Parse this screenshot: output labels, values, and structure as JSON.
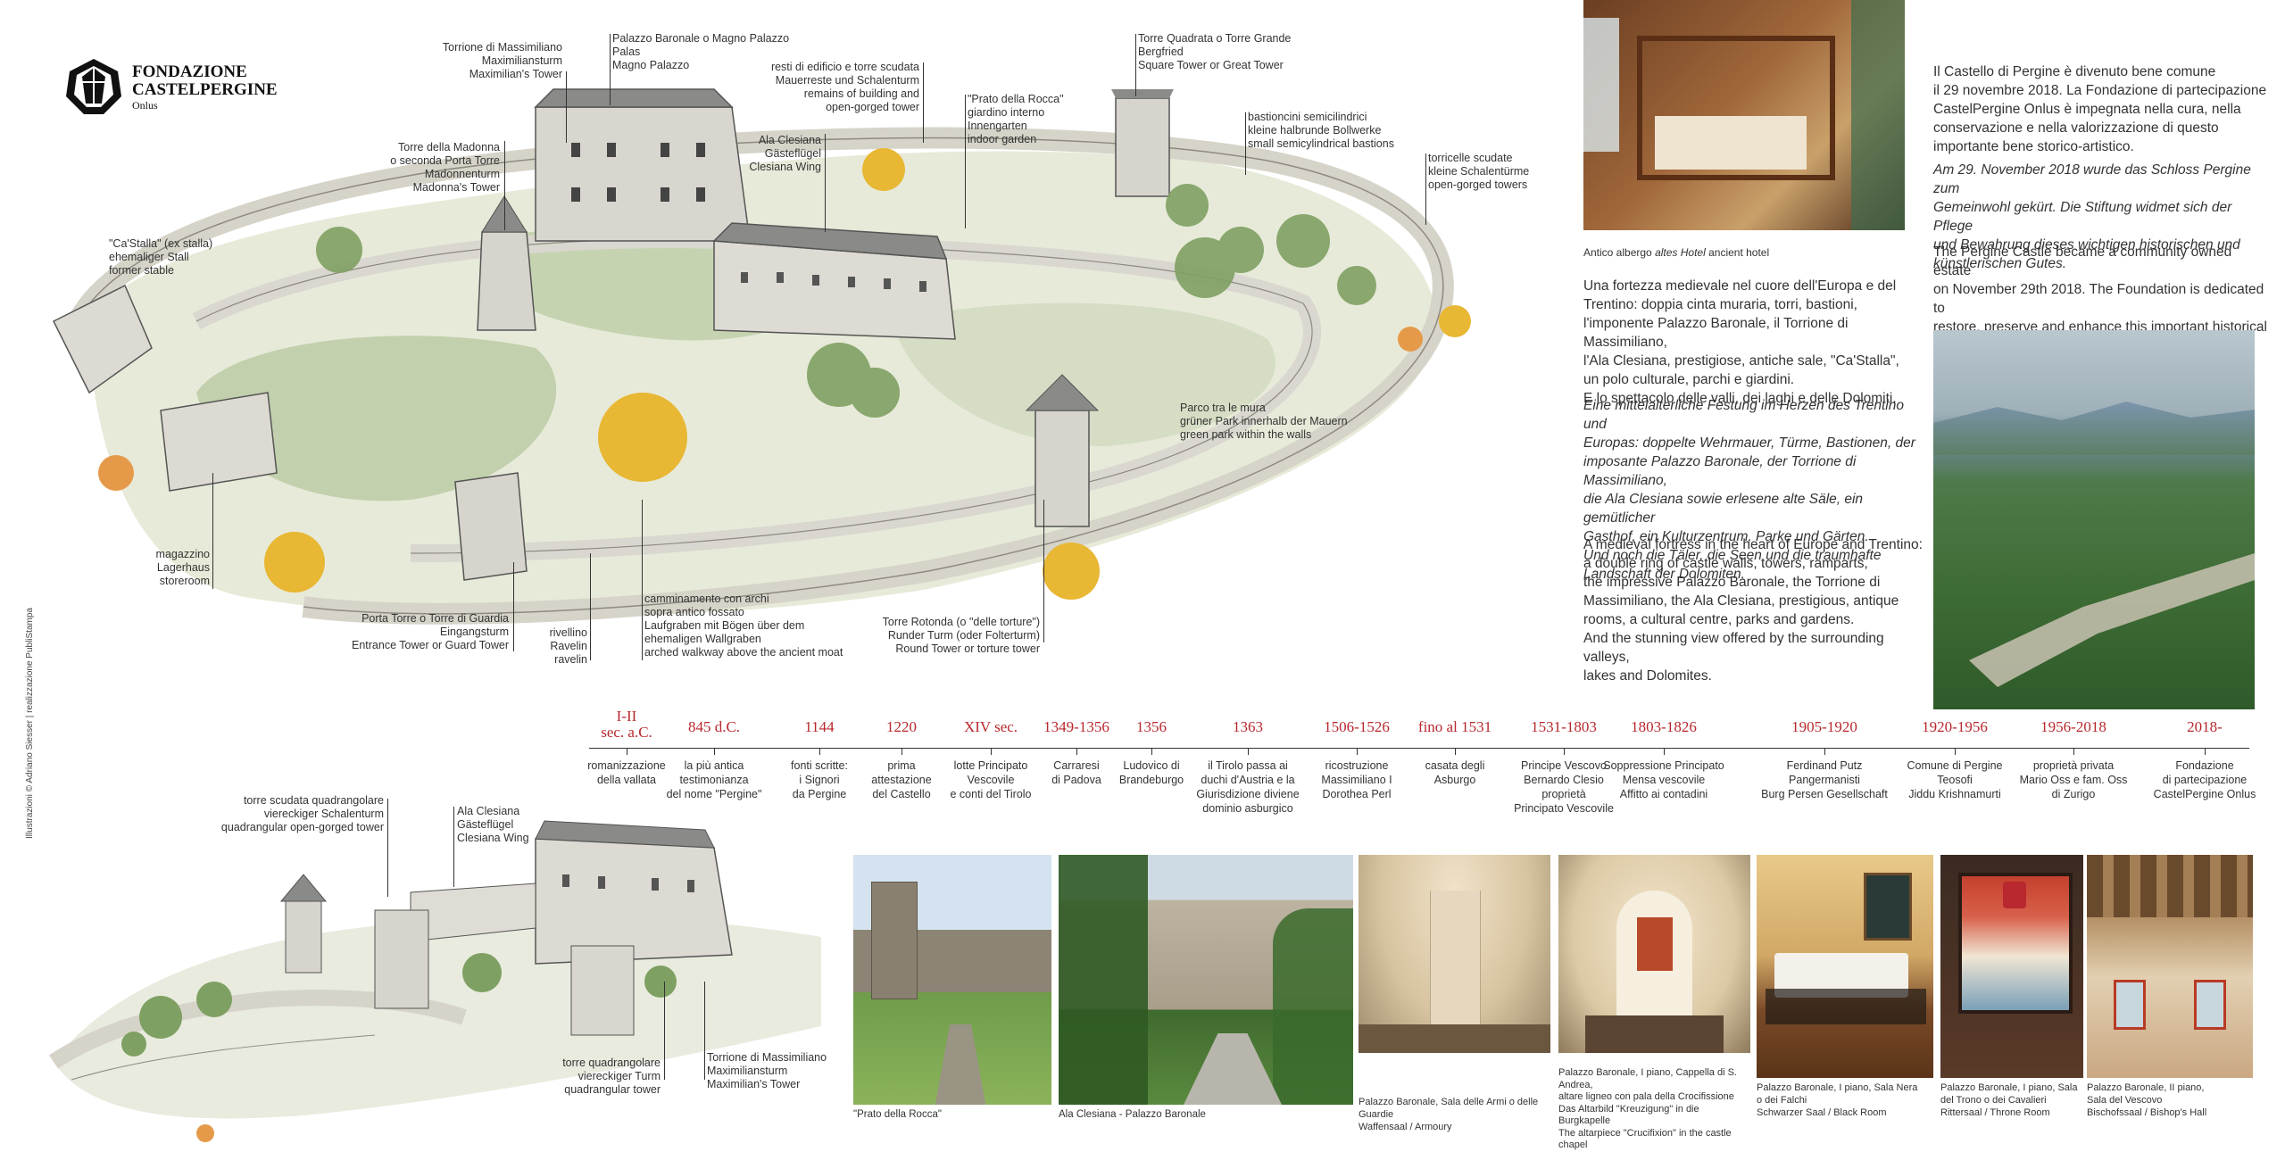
{
  "logo": {
    "line1": "FONDAZIONE",
    "line2": "CASTELPERGINE",
    "line3": "Onlus"
  },
  "credit": "Illustrazioni © Adriano Siesser | realizzazione PubliStampa",
  "map_labels": [
    {
      "id": "torrione",
      "text": "Torrione di Massimiliano\nMaximiliansturm\nMaximilian's Tower"
    },
    {
      "id": "palazzo",
      "text": "Palazzo Baronale o Magno Palazzo\nPalas\nMagno Palazzo"
    },
    {
      "id": "resti",
      "text": "resti di edificio e torre scudata\nMauerreste und Schalenturm\nremains of building and\nopen-gorged tower"
    },
    {
      "id": "prato",
      "text": "\"Prato della Rocca\"\ngiardino interno\nInnengarten\nindoor garden"
    },
    {
      "id": "torre-quadrata",
      "text": "Torre Quadrata o Torre Grande\nBergfried\nSquare Tower or Great Tower"
    },
    {
      "id": "bastioncini",
      "text": "bastioncini semicilindrici\nkleine halbrunde Bollwerke\nsmall semicylindrical bastions"
    },
    {
      "id": "torricelle",
      "text": "torricelle scudate\nkleine Schalentürme\nopen-gorged towers"
    },
    {
      "id": "madonna",
      "text": "Torre della Madonna\no seconda Porta Torre\nMadonnenturm\nMadonna's Tower"
    },
    {
      "id": "ala",
      "text": "Ala Clesiana\nGästeflügel\nClesiana Wing"
    },
    {
      "id": "castalla",
      "text": "\"Ca'Stalla\" (ex stalla)\nehemaliger Stall\nformer stable"
    },
    {
      "id": "parco",
      "text": "Parco tra le mura\ngrüner Park innerhalb der Mauern\ngreen park within the walls"
    },
    {
      "id": "magazzino",
      "text": "magazzino\nLagerhaus\nstoreroom"
    },
    {
      "id": "porta",
      "text": "Porta Torre o Torre di Guardia\nEingangsturm\nEntrance Tower or Guard Tower"
    },
    {
      "id": "rivellino",
      "text": "rivellino\nRavelin\nravelin"
    },
    {
      "id": "camminamento",
      "text": "camminamento con archi\nsopra antico fossato\nLaufgraben mit Bögen über dem\nehemaligen Wallgraben\narched walkway above the ancient moat"
    },
    {
      "id": "rotonda",
      "text": "Torre Rotonda (o \"delle torture\")\nRunder Turm (oder Folterturm)\nRound Tower or torture tower"
    }
  ],
  "map2_labels": [
    {
      "id": "scudata",
      "text": "torre scudata quadrangolare\nviereckiger Schalenturm\nquadrangular open-gorged tower"
    },
    {
      "id": "ala2",
      "text": "Ala Clesiana\nGästeflügel\nClesiana Wing"
    },
    {
      "id": "quadrangolare",
      "text": "torre quadrangolare\nviereckiger Turm\nquadrangular tower"
    },
    {
      "id": "torrione2",
      "text": "Torrione di Massimiliano\nMaximiliansturm\nMaximilian's Tower"
    }
  ],
  "hotel_caption_prefix": "Antico albergo ",
  "hotel_caption_italic": "altes Hotel",
  "hotel_caption_suffix": " ancient hotel",
  "intro": {
    "it": "Una fortezza medievale nel cuore dell'Europa e del\nTrentino: doppia cinta muraria, torri, bastioni,\nl'imponente Palazzo Baronale, il Torrione di Massimiliano,\nl'Ala Clesiana, prestigiose, antiche sale, \"Ca'Stalla\",\nun polo culturale, parchi e giardini.\nE lo spettacolo delle valli, dei laghi e delle Dolomiti.",
    "de": "Eine mittelalterliche Festung im Herzen des Trentino und\nEuropas: doppelte Wehrmauer, Türme, Bastionen, der\nimposante Palazzo Baronale, der Torrione di Massimiliano,\ndie Ala Clesiana sowie erlesene alte Säle, ein gemütlicher\nGasthof, ein Kulturzentrum, Parke und Gärten.\nUnd noch die Täler, die Seen und die traumhafte\nLandschaft der Dolomiten.",
    "en": "A medieval fortress in the heart of Europe and Trentino:\na double ring of castle walls, towers, ramparts,\nthe impressive Palazzo Baronale, the Torrione di\nMassimiliano, the Ala Clesiana, prestigious, antique\nrooms, a cultural centre, parks and gardens.\nAnd the stunning view offered by the surrounding valleys,\nlakes and Dolomites."
  },
  "foundation": {
    "it": "Il Castello di Pergine è divenuto bene comune\nil 29 novembre 2018. La Fondazione di partecipazione\nCastelPergine Onlus è impegnata nella cura, nella\nconservazione e nella valorizzazione di questo\nimportante bene storico-artistico.",
    "de": "Am 29. November 2018 wurde das Schloss Pergine zum\nGemeinwohl gekürt. Die Stiftung widmet sich der Pflege\nund Bewahrung dieses wichtigen historischen und\nkünstlerischen Gutes.",
    "en": "The Pergine Castle became a community owned estate\non November 29th 2018. The Foundation is dedicated to\nrestore, preserve and enhance this important historical\nand artistic heritage."
  },
  "timeline": [
    {
      "year": "I-II\nsec. a.C.",
      "desc": "romanizzazione\ndella vallata"
    },
    {
      "year": "845 d.C.",
      "desc": "la più antica\ntestimonianza\ndel nome \"Pergine\""
    },
    {
      "year": "1144",
      "desc": "fonti scritte:\ni Signori\nda Pergine"
    },
    {
      "year": "1220",
      "desc": "prima\nattestazione\ndel Castello"
    },
    {
      "year": "XIV sec.",
      "desc": "lotte Principato\nVescovile\ne conti del Tirolo"
    },
    {
      "year": "1349-1356",
      "desc": "Carraresi\ndi Padova"
    },
    {
      "year": "1356",
      "desc": "Ludovico di\nBrandeburgo"
    },
    {
      "year": "1363",
      "desc": "il Tirolo passa ai\nduchi d'Austria e la\nGiurisdizione diviene\ndominio asburgico"
    },
    {
      "year": "1506-1526",
      "desc": "ricostruzione\nMassimiliano I\nDorothea Perl"
    },
    {
      "year": "fino al 1531",
      "desc": "casata degli\nAsburgo"
    },
    {
      "year": "1531-1803",
      "desc": "Principe Vescovo\nBernardo Clesio\nproprietà\nPrincipato Vescovile"
    },
    {
      "year": "1803-1826",
      "desc": "Soppressione Principato\nMensa vescovile\nAffitto ai contadini"
    },
    {
      "year": "1905-1920",
      "desc": "Ferdinand Putz\nPangermanisti\nBurg Persen Gesellschaft"
    },
    {
      "year": "1920-1956",
      "desc": "Comune di Pergine\nTeosofi\nJiddu Krishnamurti"
    },
    {
      "year": "1956-2018",
      "desc": "proprietà privata\nMario Oss e fam. Oss\ndi Zurigo"
    },
    {
      "year": "2018-",
      "desc": "Fondazione\ndi partecipazione\nCastelPergine Onlus"
    }
  ],
  "photos": [
    {
      "caption": "\"Prato della Rocca\""
    },
    {
      "caption": "Ala Clesiana - Palazzo Baronale"
    },
    {
      "caption": "Palazzo Baronale, Sala delle Armi o delle Guardie\nWaffensaal / Armoury"
    },
    {
      "caption": "Palazzo Baronale, I piano, Cappella di S. Andrea,\naltare ligneo con pala della Crocifissione\nDas Altarbild \"Kreuzigung\" in die Burgkapelle\nThe altarpiece \"Crucifixion\" in the castle chapel"
    },
    {
      "caption": "Palazzo Baronale, I piano, Sala Nera\no dei Falchi\nSchwarzer Saal / Black Room"
    },
    {
      "caption": "Palazzo Baronale, I piano, Sala\ndel Trono o dei Cavalieri\nRittersaal / Throne Room"
    },
    {
      "caption": "Palazzo Baronale, II piano,\nSala del Vescovo\nBischofssaal / Bishop's Hall"
    }
  ],
  "colors": {
    "accent": "#b8282e",
    "grass": "#b9c9a2",
    "tree": "#7fa063",
    "wall": "#dcdad2",
    "autumn": "#e8b733"
  }
}
